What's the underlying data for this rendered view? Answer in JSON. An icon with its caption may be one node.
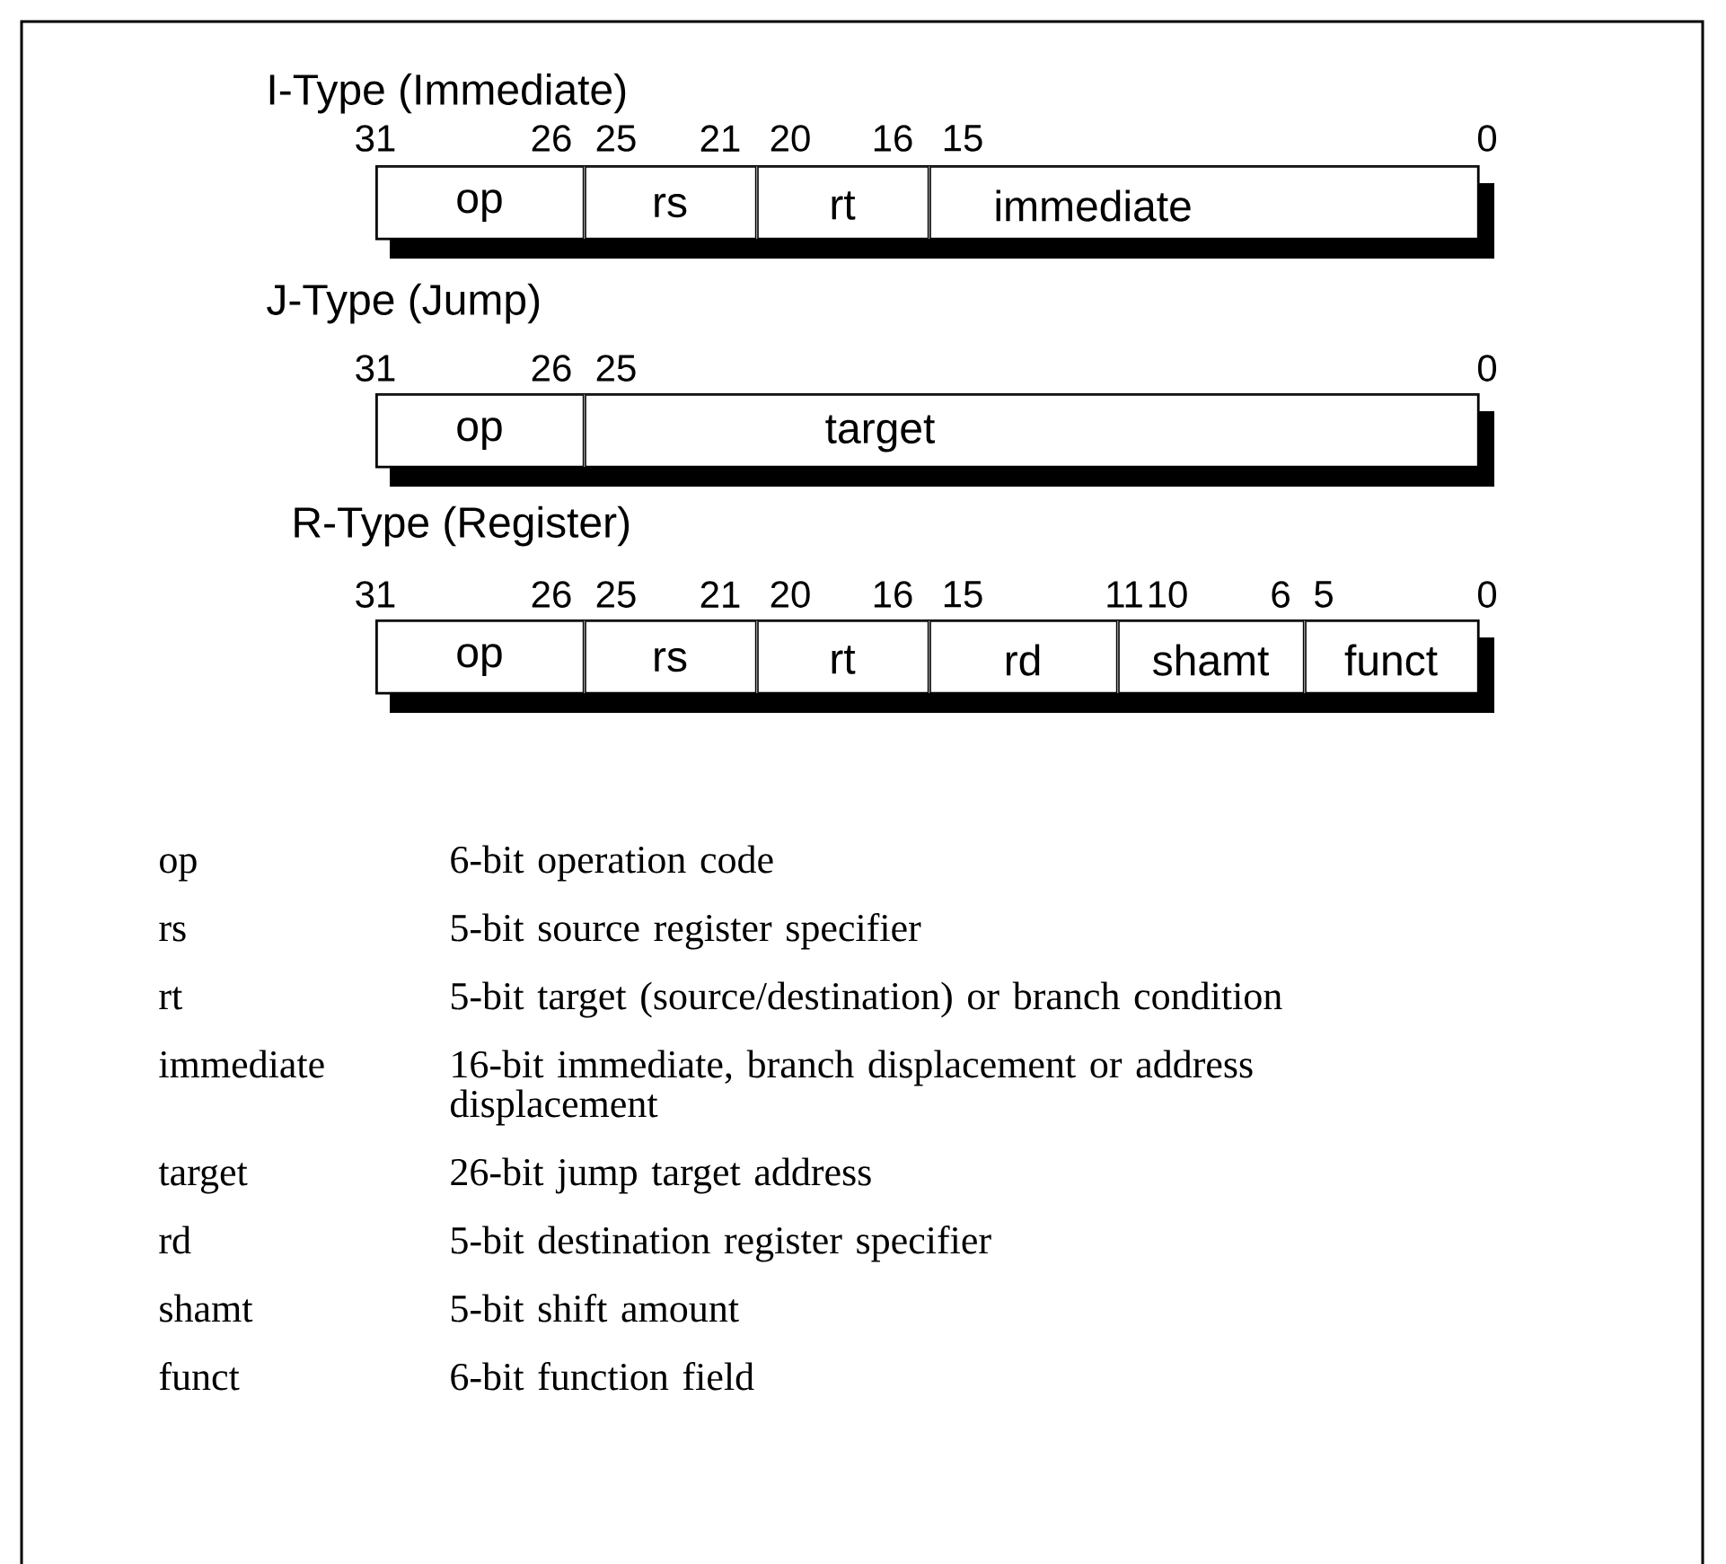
{
  "diagram": {
    "nodes": [
      {
        "text": [
          "I-Type (Immediate)"
        ]
      },
      {
        "text": [
          "op"
        ],
        "in": 0
      },
      {
        "text": [
          "rs"
        ],
        "in": 0
      },
      {
        "text": [
          "rt"
        ],
        "in": 0
      },
      {
        "text": [
          "immediate"
        ],
        "in": 0
      },
      {
        "text": [
          "J-Type (Jump)"
        ]
      },
      {
        "text": [
          "op"
        ],
        "in": 5
      },
      {
        "text": [
          "target"
        ],
        "in": 5
      },
      {
        "text": [
          "R-Type (Register)"
        ]
      },
      {
        "text": [
          "op"
        ],
        "in": 8
      },
      {
        "text": [
          "rs"
        ],
        "in": 8
      },
      {
        "text": [
          "rt"
        ],
        "in": 8
      },
      {
        "text": [
          "rd"
        ],
        "in": 8
      },
      {
        "text": [
          "shamt"
        ],
        "in": 8
      },
      {
        "text": [
          "funct"
        ],
        "in": 8
      }
    ],
    "labels": [
      "31",
      "26",
      "25",
      "21",
      "20",
      "16",
      "15",
      "0",
      "31",
      "26",
      "25",
      "0",
      "31",
      "26",
      "25",
      "21",
      "20",
      "16",
      "15",
      "11",
      "10",
      "6",
      "5",
      "0",
      "op",
      "6-bit operation code",
      "rs",
      "5-bit source register specifier",
      "rt",
      "5-bit target (source/destination) or branch condition",
      "immediate",
      "16-bit immediate, branch displacement or address displacement",
      "target",
      "26-bit jump target address",
      "rd",
      "5-bit destination register specifier",
      "shamt",
      "5-bit shift amount",
      "funct",
      "6-bit function field"
    ]
  }
}
